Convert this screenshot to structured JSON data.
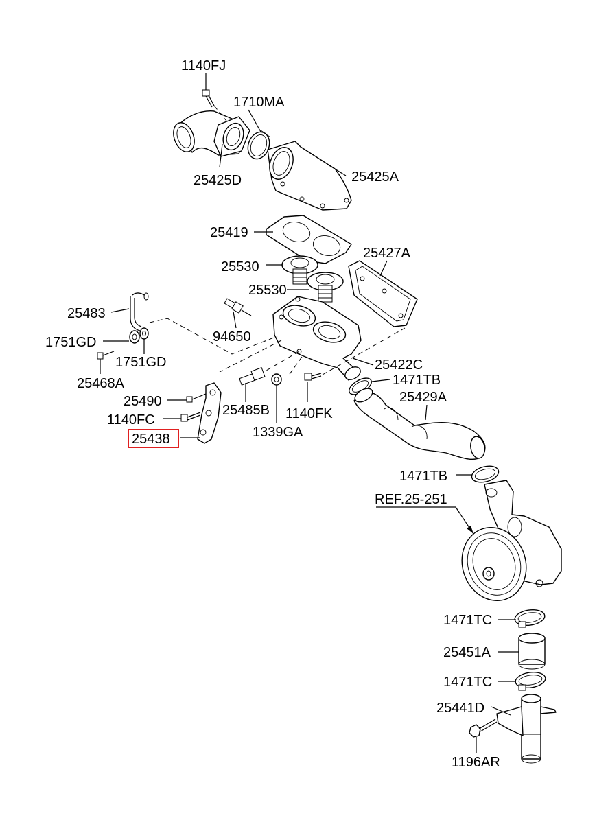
{
  "highlight_color": "#e02020",
  "labels": {
    "p1140FJ": "1140FJ",
    "p1710MA": "1710MA",
    "p25425D": "25425D",
    "p25425A": "25425A",
    "p25419": "25419",
    "p25427A": "25427A",
    "p25530a": "25530",
    "p25530b": "25530",
    "p25483": "25483",
    "p94650": "94650",
    "p1751GDa": "1751GD",
    "p1751GDb": "1751GD",
    "p25468A": "25468A",
    "p25422C": "25422C",
    "p1471TBa": "1471TB",
    "p25490": "25490",
    "p25485B": "25485B",
    "p1140FK": "1140FK",
    "p25429A": "25429A",
    "p1140FC": "1140FC",
    "p25438": "25438",
    "p1339GA": "1339GA",
    "p1471TBb": "1471TB",
    "pREF": "REF.25-251",
    "p1471TCa": "1471TC",
    "p25451A": "25451A",
    "p1471TCb": "1471TC",
    "p25441D": "25441D",
    "p1196AR": "1196AR"
  }
}
